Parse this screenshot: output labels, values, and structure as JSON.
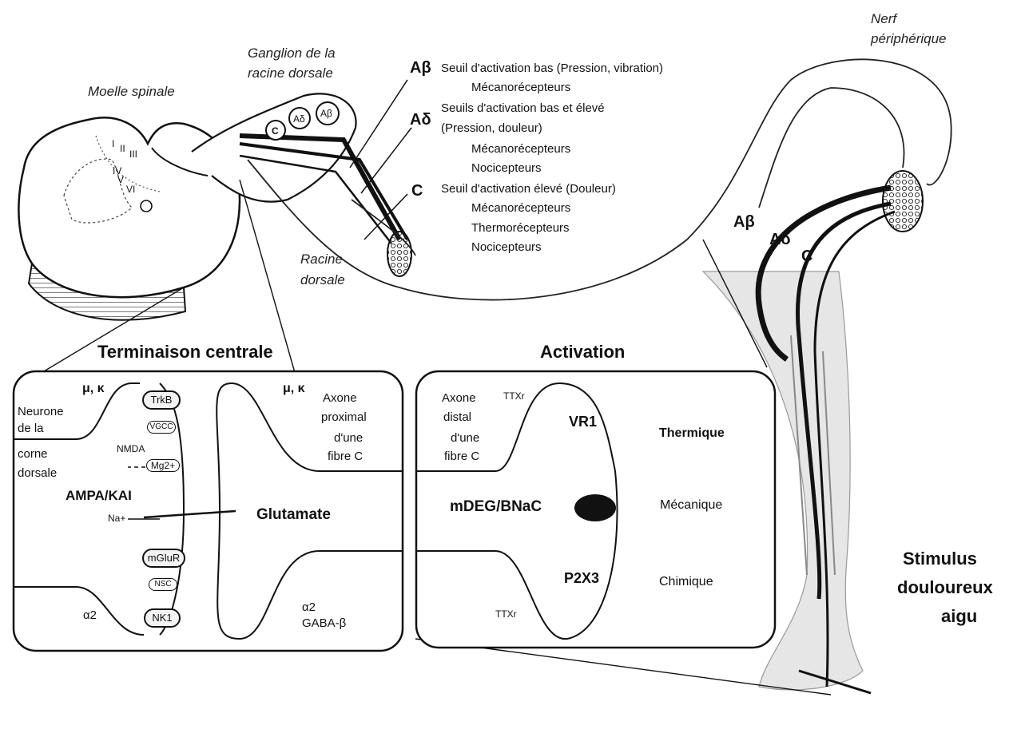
{
  "labels": {
    "moelle_spinale": "Moelle spinale",
    "ganglion": [
      "Ganglion de la",
      "racine dorsale"
    ],
    "racine_dorsale": [
      "Racine",
      "dorsale"
    ],
    "nerf_peripherique": [
      "Nerf",
      "périphérique"
    ],
    "laminae": [
      "I",
      "II",
      "III",
      "IV",
      "V",
      "VI"
    ],
    "ganglion_cells": [
      "C",
      "Aδ",
      "Aβ"
    ]
  },
  "fibers": [
    {
      "name": "Aβ",
      "lines": [
        "Seuil d'activation bas (Pression, vibration)",
        "Mécanorécepteurs"
      ]
    },
    {
      "name": "Aδ",
      "lines": [
        "Seuils d'activation bas et élevé",
        "(Pression, douleur)",
        "Mécanorécepteurs",
        "Nocicepteurs"
      ]
    },
    {
      "name": "C",
      "lines": [
        "Seuil d'activation élevé (Douleur)",
        "Mécanorécepteurs",
        "Thermorécepteurs",
        "Nocicepteurs"
      ]
    }
  ],
  "leg_fibers": [
    "Aβ",
    "Aδ",
    "C"
  ],
  "terminaison": {
    "title": "Terminaison centrale",
    "neurone": [
      "Neurone",
      "de la",
      "corne",
      "dorsale"
    ],
    "axone": [
      "Axone",
      "proximal",
      "d'une",
      "fibre C"
    ],
    "opioid_left": "μ, κ",
    "opioid_right": "μ, κ",
    "trkb": "TrkB",
    "vgcc": "VGCC",
    "nmda": "NMDA",
    "mg": "Mg2+",
    "ampa": "AMPA/KAI",
    "na": "Na+",
    "glutamate": "Glutamate",
    "mglur": "mGluR",
    "nsc": "NSC",
    "nk1": "NK1",
    "alpha_left": "α2",
    "alpha_right": "α2",
    "gaba": "GABA-β"
  },
  "activation": {
    "title": "Activation",
    "axone": [
      "Axone",
      "distal",
      "d'une",
      "fibre C"
    ],
    "ttx_top": "TTXr",
    "ttx_bottom": "TTXr",
    "vr1": "VR1",
    "mdeg": "mDEG/BNaC",
    "p2x3": "P2X3",
    "thermique": "Thermique",
    "mecanique": "Mécanique",
    "chimique": "Chimique"
  },
  "stimulus": [
    "Stimulus",
    "douloureux",
    "aigu"
  ]
}
